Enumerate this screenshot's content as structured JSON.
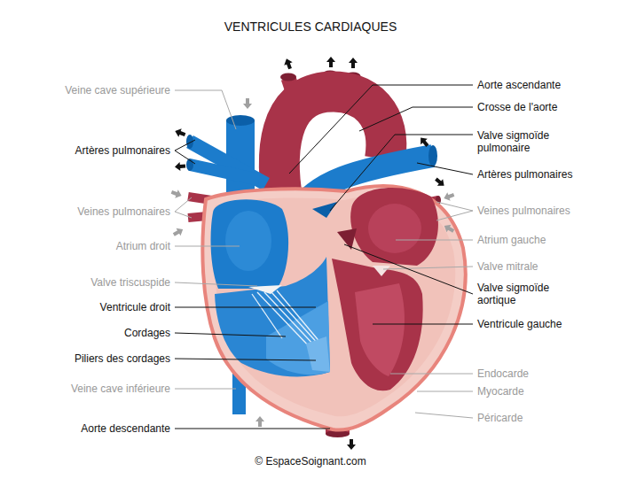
{
  "diagram": {
    "title": "VENTRICULES CARDIAQUES",
    "caption": "© EspaceSoignant.com",
    "labels": [
      "Veine cave supérieure",
      "Artères pulmonaires",
      "Veines pulmonaires",
      "Atrium droit",
      "Valve triscuspide",
      "Ventricule droit",
      "Cordages",
      "Piliers des cordages",
      "Veine cave inférieure",
      "Aorte descendante",
      "Aorte ascendante",
      "Crosse de l'aorte",
      "Valve sigmoïde pulmonaire",
      "Artères pulmonaires",
      "Veines pulmonaires",
      "Atrium gauche",
      "Valve mitrale",
      "Valve sigmoïde aortique",
      "Ventricule gauche",
      "Endocarde",
      "Myocarde",
      "Péricarde"
    ]
  }
}
